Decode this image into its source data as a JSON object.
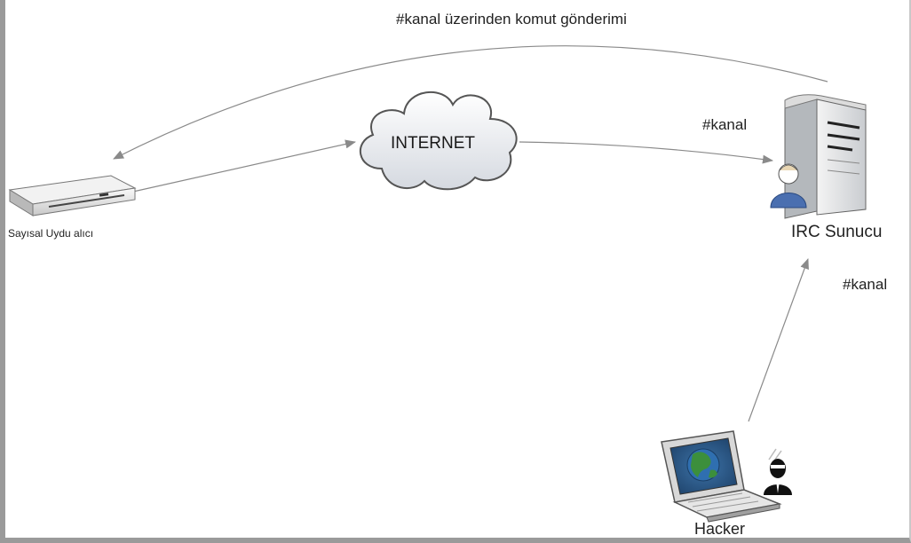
{
  "labels": {
    "top_command": "#kanal üzerinden komut gönderimi",
    "channel_near_server": "#kanal",
    "channel_near_hacker": "#kanal",
    "receiver": "Sayısal Uydu alıcı",
    "internet": "INTERNET",
    "irc_server": "IRC Sunucu",
    "hacker": "Hacker"
  },
  "nodes": [
    {
      "id": "receiver",
      "label": "Sayısal Uydu alıcı",
      "icon": "satellite-receiver-icon"
    },
    {
      "id": "internet",
      "label": "INTERNET",
      "icon": "cloud-icon"
    },
    {
      "id": "irc_server",
      "label": "IRC Sunucu",
      "icon": "server-icon"
    },
    {
      "id": "hacker",
      "label": "Hacker",
      "icon": "laptop-icon"
    }
  ],
  "edges": [
    {
      "from": "receiver",
      "to": "internet"
    },
    {
      "from": "internet",
      "to": "irc_server"
    },
    {
      "from": "hacker",
      "to": "irc_server",
      "label": "#kanal"
    },
    {
      "from": "irc_server",
      "to": "receiver",
      "label": "#kanal üzerinden komut gönderimi"
    }
  ],
  "colors": {
    "connector": "#8a8a8a",
    "screen": "#2a5a8a",
    "globe_land": "#3c8f3c",
    "user_badge": "#4a6fb0"
  }
}
